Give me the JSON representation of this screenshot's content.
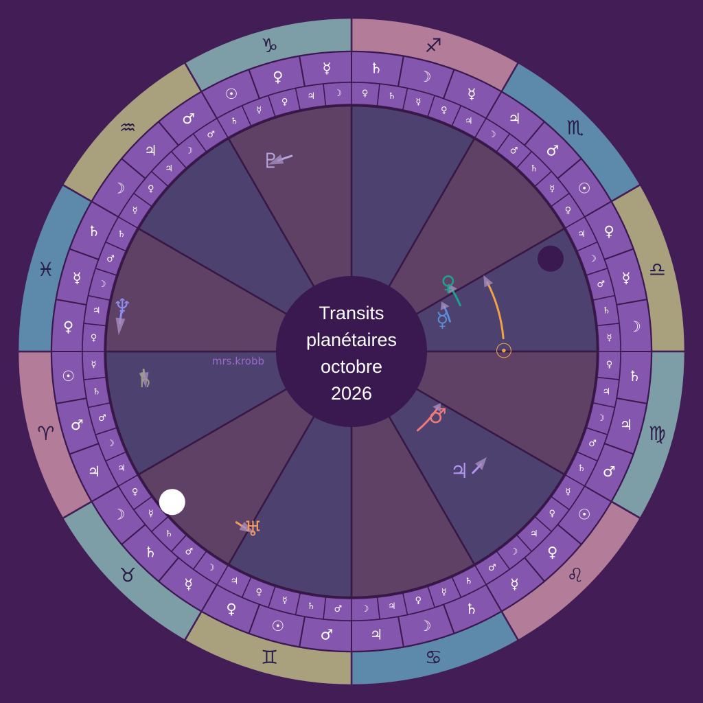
{
  "title_lines": [
    "Transits",
    "planétaires",
    "octobre",
    "2026"
  ],
  "credit": "mrs.krobb",
  "colors": {
    "background": "#431d56",
    "ring": "#8556ad",
    "ring_stroke": "#3a1850",
    "ring_glyph": "#ffffff",
    "center": "#3a1850",
    "house_light": "#4d4170",
    "house_dark": "#5f4165",
    "house_stroke": "#371845",
    "sign_pink": "#b37c98",
    "sign_blue": "#5d8aab",
    "sign_sand": "#a9a07e",
    "sign_teal": "#7d9ea6",
    "sign_glyph": "#2a1a48"
  },
  "zodiac": [
    {
      "glyph": "♐",
      "color": "pink",
      "name": "sagittarius"
    },
    {
      "glyph": "♏",
      "color": "blue",
      "name": "scorpio"
    },
    {
      "glyph": "♎",
      "color": "sand",
      "name": "libra"
    },
    {
      "glyph": "♍",
      "color": "teal",
      "name": "virgo"
    },
    {
      "glyph": "♌",
      "color": "pink",
      "name": "leo"
    },
    {
      "glyph": "♋",
      "color": "blue",
      "name": "cancer"
    },
    {
      "glyph": "♊",
      "color": "sand",
      "name": "gemini"
    },
    {
      "glyph": "♉",
      "color": "teal",
      "name": "taurus"
    },
    {
      "glyph": "♈",
      "color": "pink",
      "name": "aries"
    },
    {
      "glyph": "♓",
      "color": "blue",
      "name": "pisces"
    },
    {
      "glyph": "♒",
      "color": "sand",
      "name": "aquarius"
    },
    {
      "glyph": "♑",
      "color": "teal",
      "name": "capricorn"
    }
  ],
  "decans": [
    "♄",
    "☽",
    "☿",
    "♃",
    "♂",
    "☉",
    "♀",
    "☿",
    "☽",
    "♄",
    "♃",
    "♂",
    "☉",
    "♀",
    "☿",
    "♄",
    "☽",
    "♃",
    "♂",
    "☉",
    "♀",
    "☿",
    "♄",
    "☽",
    "♃",
    "♂",
    "☉",
    "♀",
    "☿",
    "♄",
    "☽",
    "♃",
    "♂",
    "☉",
    "♀",
    "☿"
  ],
  "terms": [
    "♀",
    "♄",
    "☿",
    "♀",
    "♃",
    "☽",
    "♂",
    "♄",
    "☿",
    "♀",
    "♃",
    "☽",
    "♂",
    "♄",
    "☿",
    "♀",
    "♃",
    "☽",
    "♂",
    "♄",
    "☿",
    "♀",
    "♃",
    "☽",
    "♂",
    "♄",
    "☿",
    "♀",
    "♃",
    "☽",
    "♂",
    "♄",
    "☿",
    "♀",
    "♃",
    "☽",
    "♂",
    "♄",
    "☿",
    "♀",
    "♃",
    "☽",
    "♂",
    "♄",
    "☿",
    "♀",
    "♃",
    "☽",
    "♂",
    "♄",
    "☿",
    "♀",
    "♃",
    "☽",
    "♂",
    "♄",
    "☿",
    "♀",
    "♃",
    "☽"
  ],
  "houses": [
    "light",
    "dark",
    "light",
    "dark",
    "light",
    "dark",
    "light",
    "dark",
    "light",
    "dark",
    "light",
    "dark"
  ],
  "transits": [
    {
      "name": "sun",
      "glyph": "☉",
      "color": "#f0a245",
      "angle": 0,
      "radius": 222,
      "arc": [
        -27,
        -5
      ],
      "arc_radius": 222
    },
    {
      "name": "venus",
      "glyph": "♀",
      "color": "#1ea08a",
      "angle": -35,
      "radius": 172,
      "arc": [
        -32,
        -23
      ],
      "arc_radius": 172
    },
    {
      "name": "mercury",
      "glyph": "☿",
      "color": "#5b8cd6",
      "angle": -19,
      "radius": 140,
      "arc": [
        -26,
        -17
      ],
      "arc_radius": 150
    },
    {
      "name": "mars",
      "glyph": "♂",
      "color": "#f07a78",
      "angle": 37,
      "radius": 157,
      "arc": [
        33,
        50
      ],
      "arc_radius": 150
    },
    {
      "name": "jupiter",
      "glyph": "♃",
      "color": "#b195ee",
      "angle": 48,
      "radius": 235,
      "arc": [
        41,
        45
      ],
      "arc_radius": 250
    },
    {
      "name": "uranus",
      "glyph": "♅",
      "color": "#f29a5e",
      "angle": 119,
      "radius": 296,
      "arc": [
        121,
        124
      ],
      "arc_radius": 300
    },
    {
      "name": "saturn",
      "glyph": "♄",
      "color": "#9a9e83",
      "angle": 172,
      "radius": 304,
      "arc": [
        173,
        175
      ],
      "arc_radius": 304
    },
    {
      "name": "neptune",
      "glyph": "♆",
      "color": "#8a8ef1",
      "angle": -169,
      "radius": 340,
      "arc": [
        -173,
        -170
      ],
      "arc_radius": 340
    },
    {
      "name": "pluto",
      "glyph": "♇",
      "color": "#b5a3de",
      "angle": -113,
      "radius": 301,
      "arc": [
        -111,
        -107
      ],
      "arc_radius": 298
    }
  ],
  "moons": [
    {
      "name": "new-moon",
      "color": "#3a1850",
      "angle": -25,
      "radius": 320,
      "size": 19
    },
    {
      "name": "full-moon",
      "color": "#ffffff",
      "angle": 140,
      "radius": 341,
      "size": 19
    }
  ]
}
